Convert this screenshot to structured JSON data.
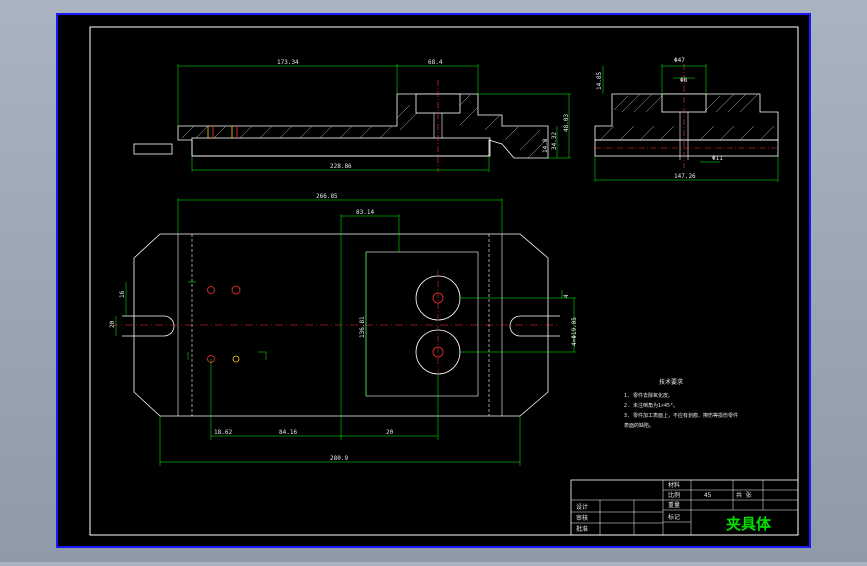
{
  "drawing": {
    "title": "夹具体",
    "material": "45",
    "title_block_cells": [
      "材料",
      "比例",
      "重量",
      "共 张",
      "设计",
      "审核",
      "批准",
      "标记"
    ],
    "tech_requirements": {
      "heading": "技术要求",
      "items": [
        "1. 零件去除氧化皮。",
        "2. 未注倒角为1×45°。",
        "3. 零件加工表面上，不应有划痕、擦伤等损伤零件",
        "表面的缺陷。"
      ]
    },
    "dimensions": {
      "top_len": "173.34",
      "top_right": "68.4",
      "top_bottom": "228.86",
      "side_h1": "34.32",
      "side_h2": "48.03",
      "side_h3": "14.8",
      "right_top": "Φ47",
      "right_mid": "Φ8",
      "right_bottom": "147.26",
      "right_hole": "Φ11",
      "right_height": "14.85",
      "plan_width": "266.85",
      "plan_inner": "83.14",
      "plan_height": "136.81",
      "plan_holes": "4×Φ19.05",
      "plan_d1": "18.62",
      "plan_d2": "84.16",
      "plan_d3": "20",
      "plan_total": "280.9",
      "plan_left_a": "16",
      "plan_left_b": "20",
      "plan_right_a": "4"
    }
  }
}
